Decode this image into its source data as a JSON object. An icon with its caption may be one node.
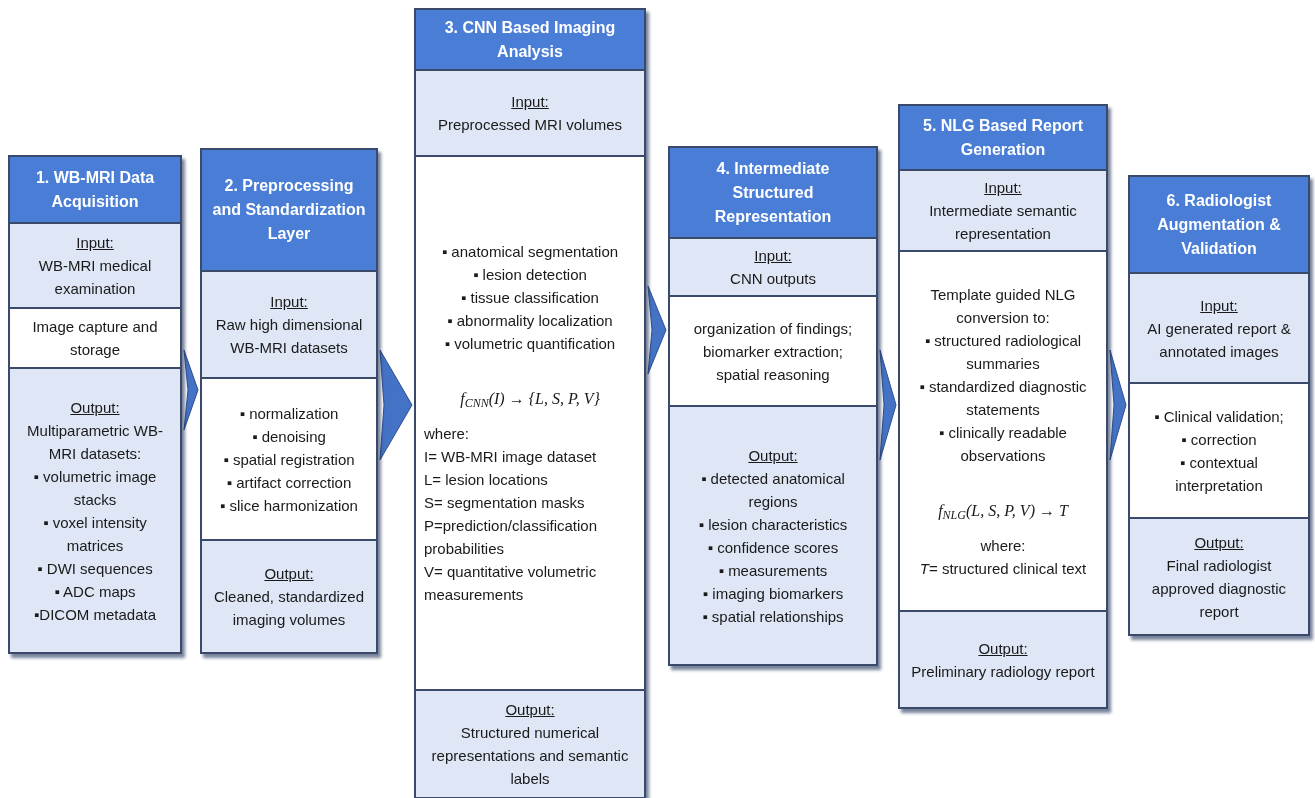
{
  "diagram": {
    "nodes": [
      {
        "text": [
          "1. WB-MRI Data Acquisition"
        ]
      },
      {
        "text": [
          "Input:",
          "WB-MRI medical examination"
        ],
        "in": 0
      },
      {
        "text": [
          "Image capture and storage"
        ],
        "in": 0
      },
      {
        "text": [
          "Output:",
          "Multiparametric WB-MRI datasets:",
          "▪ volumetric image stacks",
          "▪ voxel intensity matrices",
          "▪ DWI sequences",
          "▪ ADC maps",
          "▪DICOM metadata"
        ],
        "in": 0
      },
      {
        "text": [
          "2. Preprocessing and Standardization Layer"
        ]
      },
      {
        "text": [
          "Input:",
          "Raw high dimensional WB-MRI datasets"
        ],
        "in": 4
      },
      {
        "text": [
          "▪ normalization",
          "▪ denoising",
          "▪ spatial registration",
          "▪ artifact correction",
          "▪ slice harmonization"
        ],
        "in": 4
      },
      {
        "text": [
          "Output:",
          "Cleaned, standardized imaging volumes"
        ],
        "in": 4
      },
      {
        "text": [
          "3. CNN Based Imaging Analysis"
        ]
      },
      {
        "text": [
          "Input:",
          "Preprocessed MRI volumes"
        ],
        "in": 8
      },
      {
        "text": [
          "▪ anatomical segmentation",
          "▪ lesion detection",
          "▪ tissue classification",
          "▪ abnormality localization",
          "▪ volumetric quantification",
          "f$_{CNN}$(I) → {L, S, P, V}",
          "where:",
          "I= WB-MRI image dataset",
          "L= lesion locations",
          "S= segmentation masks",
          "P=prediction/classification probabilities",
          "V= quantitative volumetric measurements"
        ],
        "in": 8
      },
      {
        "text": [
          "Output:",
          "Structured numerical representations and semantic labels"
        ],
        "in": 8
      },
      {
        "text": [
          "4. Intermediate Structured Representation"
        ]
      },
      {
        "text": [
          "Input:",
          "CNN outputs"
        ],
        "in": 12
      },
      {
        "text": [
          "organization of findings;",
          "biomarker extraction;",
          "spatial reasoning"
        ],
        "in": 12
      },
      {
        "text": [
          "Output:",
          "▪ detected anatomical regions",
          "▪ lesion characteristics",
          "▪ confidence scores",
          "▪ measurements",
          "▪ imaging biomarkers",
          "▪ spatial relationships"
        ],
        "in": 12
      },
      {
        "text": [
          "5. NLG Based Report Generation"
        ]
      },
      {
        "text": [
          "Input:",
          "Intermediate semantic representation"
        ],
        "in": 16
      },
      {
        "text": [
          "Template guided NLG conversion to:",
          "▪ structured radiological summaries",
          "▪ standardized diagnostic statements",
          "▪ clinically readable observations",
          "f$_{NLG}$(L, S, P, V) → T",
          "where:",
          "*T*= structured clinical text"
        ],
        "in": 16
      },
      {
        "text": [
          "Output:",
          "Preliminary radiology report"
        ],
        "in": 16
      },
      {
        "text": [
          "6. Radiologist Augmentation & Validation"
        ]
      },
      {
        "text": [
          "Input:",
          "AI generated report & annotated images"
        ],
        "in": 20
      },
      {
        "text": [
          "▪ Clinical validation;",
          "▪ correction",
          "▪ contextual interpretation"
        ],
        "in": 20
      },
      {
        "text": [
          "Output:",
          "Final radiologist approved diagnostic report"
        ],
        "in": 20
      }
    ],
    "edges": [
      {
        "from": 0,
        "to": 4,
        "arrow": "to"
      },
      {
        "from": 4,
        "to": 8,
        "arrow": "to"
      },
      {
        "from": 8,
        "to": 12,
        "arrow": "to"
      },
      {
        "from": 12,
        "to": 16,
        "arrow": "to"
      },
      {
        "from": 16,
        "to": 20,
        "arrow": "to"
      }
    ]
  }
}
